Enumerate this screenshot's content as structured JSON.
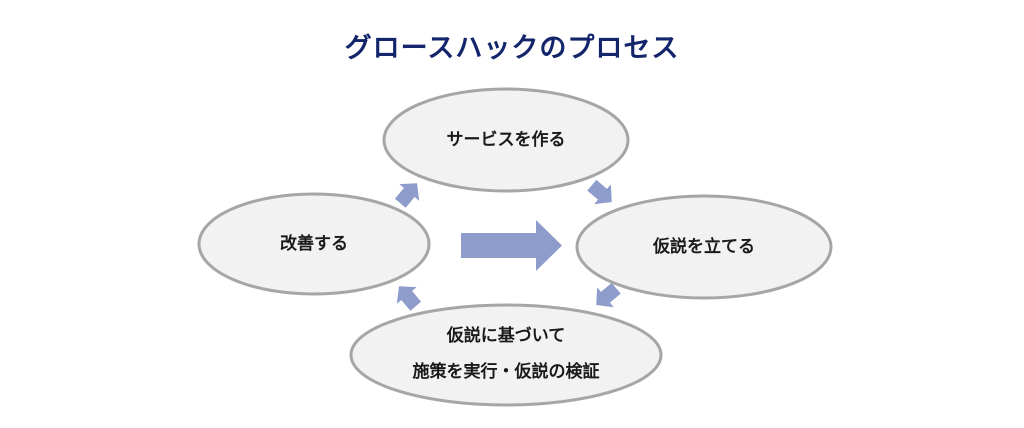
{
  "title": "グロースハックのプロセス",
  "colors": {
    "title": "#14266b",
    "node_fill": "#f2f2f2",
    "node_stroke": "#a6a6a6",
    "arrow": "#8e9ccb",
    "text": "#1a1a1a"
  },
  "nodes": [
    {
      "id": "build",
      "lines": [
        "サービスを作る"
      ]
    },
    {
      "id": "hypothesis",
      "lines": [
        "仮説を立てる"
      ]
    },
    {
      "id": "execute",
      "lines": [
        "仮説に基づいて",
        "施策を実行・仮説の検証"
      ]
    },
    {
      "id": "improve",
      "lines": [
        "改善する"
      ]
    }
  ],
  "edges": [
    {
      "from": "build",
      "to": "hypothesis"
    },
    {
      "from": "hypothesis",
      "to": "execute"
    },
    {
      "from": "execute",
      "to": "improve"
    },
    {
      "from": "improve",
      "to": "build"
    }
  ],
  "center_arrow": {
    "direction": "right"
  }
}
